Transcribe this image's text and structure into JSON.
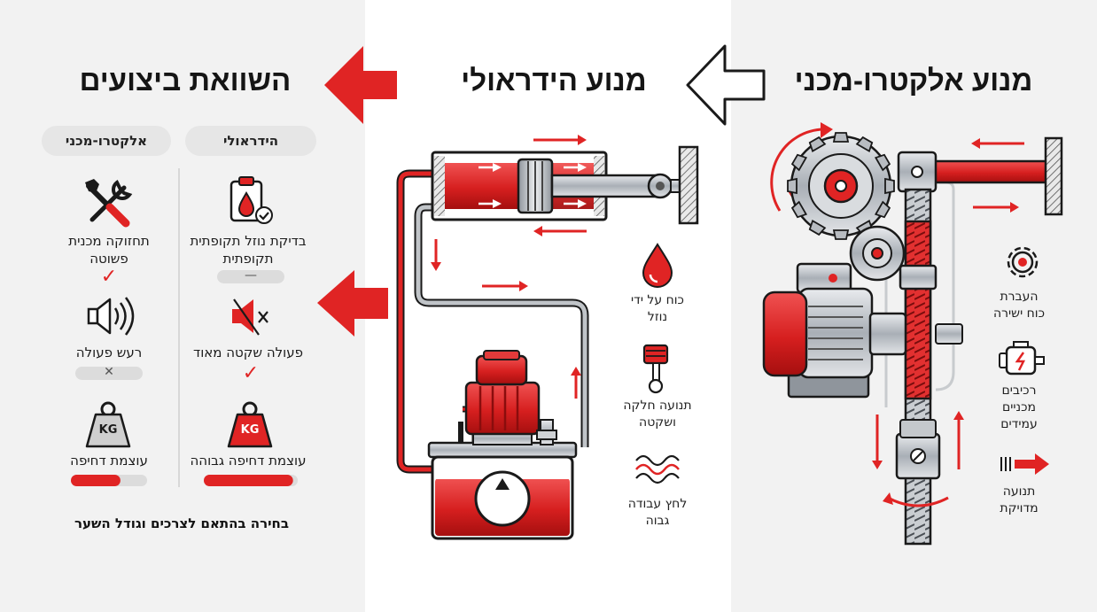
{
  "titles": {
    "comparison": "השוואת ביצועים",
    "hydraulic": "מנוע הידראולי",
    "electromechanical": "מנוע אלקטרו-מכני"
  },
  "comparison": {
    "headers": {
      "hydraulic": "הידראולי",
      "electromechanical": "אלקטרו-מכני"
    },
    "rows": [
      {
        "hydraulic": {
          "label": [
            "בדיקת נוזל תקופתית",
            "תקופתית"
          ],
          "icon": "oil-check-icon",
          "status": "neutral",
          "status_glyph": "—"
        },
        "electromechanical": {
          "label": [
            "תחזוקה מכנית",
            "פשוטה"
          ],
          "icon": "tools-icon",
          "status": "check",
          "status_glyph": "✓"
        }
      },
      {
        "hydraulic": {
          "label": [
            "פעולה שקטה מאוד"
          ],
          "icon": "mute-speaker-icon",
          "status": "check",
          "status_glyph": "✓"
        },
        "electromechanical": {
          "label": [
            "רעש פעולה"
          ],
          "icon": "speaker-icon",
          "status": "cross",
          "status_glyph": "✕"
        }
      },
      {
        "hydraulic": {
          "label": [
            "עוצמת דחיפה גבוהה"
          ],
          "icon": "weight-kg-red-icon",
          "weight_text": "KG",
          "level": 0.95
        },
        "electromechanical": {
          "label": [
            "עוצמת דחיפה"
          ],
          "icon": "weight-kg-gray-icon",
          "weight_text": "KG",
          "level": 0.65
        }
      }
    ],
    "footer": "בחירה בהתאם לצרכים וגודל השער"
  },
  "hydraulic_features": [
    {
      "label": [
        "כוח על ידי",
        "נוזל"
      ],
      "icon": "fluid-drop-icon"
    },
    {
      "label": [
        "תנועה חלקה",
        "ושקטה"
      ],
      "icon": "piston-icon"
    },
    {
      "label": [
        "לחץ עבודה",
        "גבוה"
      ],
      "icon": "pressure-wave-icon"
    }
  ],
  "electro_features": [
    {
      "label": [
        "העברת",
        "כוח ישירה"
      ],
      "icon": "gear-outline-icon"
    },
    {
      "label": [
        "רכיבים",
        "מכניים",
        "עמידים"
      ],
      "icon": "motor-outline-icon"
    },
    {
      "label": [
        "תנועה",
        "מדויקת"
      ],
      "icon": "precise-arrow-icon"
    }
  ],
  "colors": {
    "accent": "#e02424",
    "dark": "#1a1a1a",
    "steel": "#9aa0a6",
    "panel": "#f2f2f2",
    "pill": "#e6e6e6"
  }
}
